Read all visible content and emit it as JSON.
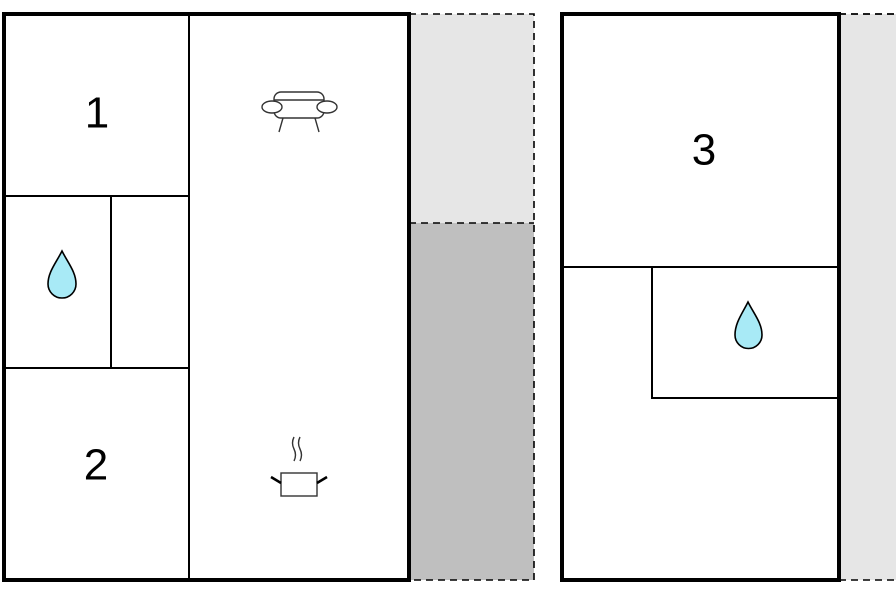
{
  "floorplan": {
    "rooms": [
      {
        "id": "bedroom-1",
        "label": "1"
      },
      {
        "id": "bedroom-2",
        "label": "2"
      },
      {
        "id": "bedroom-3",
        "label": "3"
      }
    ],
    "icons": [
      "water-drop-icon",
      "sofa-icon",
      "cooking-pot-icon"
    ],
    "colors": {
      "wall": "#000000",
      "terrace_light": "#e6e6e6",
      "terrace_dark": "#bfbfbf",
      "drop_fill": "#a8eaf6",
      "icon_stroke": "#333333"
    }
  }
}
